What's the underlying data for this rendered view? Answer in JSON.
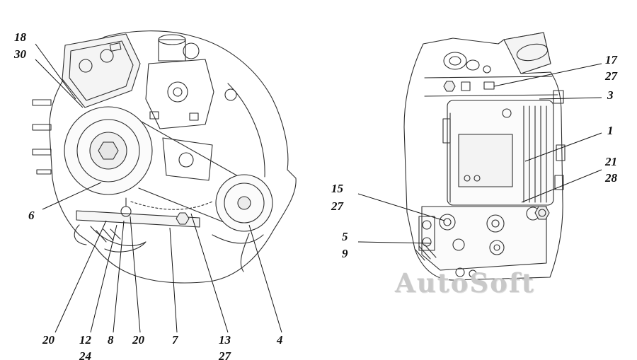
{
  "watermark": {
    "text": "AutoSoft"
  },
  "left_view": {
    "title": "engine-front-view",
    "callouts": [
      {
        "id": "18",
        "text": "18"
      },
      {
        "id": "30",
        "text": "30"
      },
      {
        "id": "6",
        "text": "6"
      },
      {
        "id": "20a",
        "text": "20"
      },
      {
        "id": "12",
        "text": "12"
      },
      {
        "id": "24",
        "text": "24"
      },
      {
        "id": "8",
        "text": "8"
      },
      {
        "id": "20b",
        "text": "20"
      },
      {
        "id": "7",
        "text": "7"
      },
      {
        "id": "13",
        "text": "13"
      },
      {
        "id": "27a",
        "text": "27"
      },
      {
        "id": "4",
        "text": "4"
      }
    ]
  },
  "right_view": {
    "title": "engine-side-view",
    "callouts": [
      {
        "id": "17",
        "text": "17"
      },
      {
        "id": "27b",
        "text": "27"
      },
      {
        "id": "3",
        "text": "3"
      },
      {
        "id": "1",
        "text": "1"
      },
      {
        "id": "21",
        "text": "21"
      },
      {
        "id": "28",
        "text": "28"
      },
      {
        "id": "15",
        "text": "15"
      },
      {
        "id": "27c",
        "text": "27"
      },
      {
        "id": "5",
        "text": "5"
      },
      {
        "id": "9",
        "text": "9"
      }
    ]
  }
}
